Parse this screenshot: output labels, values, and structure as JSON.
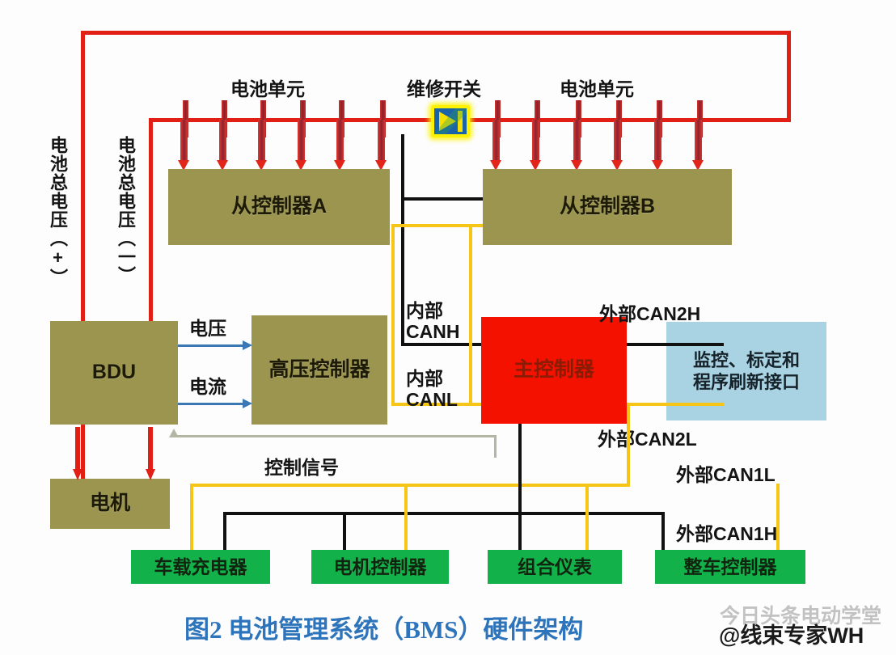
{
  "diagram": {
    "title": "电池管理系统（BMS）硬件架构",
    "caption": "图2   电池管理系统（BMS）硬件架构",
    "colors": {
      "olive_block": "#9b9550",
      "green_block": "#12b14a",
      "red_block": "#f41100",
      "blue_block": "#a9d2e2",
      "power_wire": "#e21f14",
      "can_high_wire": "#111111",
      "can_low_wire": "#f5c518",
      "signal_arrow": "#3b77b5",
      "control_signal_wire": "#b3b6a4",
      "caption_text": "#2d74bb",
      "switch_highlight": "#fff200"
    }
  },
  "labels": {
    "battery_unit_left": "电池单元",
    "battery_unit_right": "电池单元",
    "maintenance_switch": "维修开关",
    "pack_voltage_positive": "电池总电压（+）",
    "pack_voltage_negative": "电池总电压（一）",
    "voltage_signal": "电压",
    "current_signal": "电流",
    "internal_canh": "内部\nCANH",
    "internal_canl": "内部\nCANL",
    "external_can2h": "外部CAN2H",
    "external_can2l": "外部CAN2L",
    "external_can1l": "外部CAN1L",
    "external_can1h": "外部CAN1H",
    "control_signal": "控制信号"
  },
  "blocks": {
    "slave_a": "从控制器A",
    "slave_b": "从控制器B",
    "bdu": "BDU",
    "hv_controller": "高压控制器",
    "main_controller": "主控制器",
    "monitor_interface": "监控、标定和\n程序刷新接口",
    "motor": "电机"
  },
  "bottom_nodes": [
    {
      "label": "车载充电器"
    },
    {
      "label": "电机控制器"
    },
    {
      "label": "组合仪表"
    },
    {
      "label": "整车控制器"
    }
  ],
  "watermark": {
    "handle": "@线束专家WH",
    "ghost": "今日头条电动学堂"
  },
  "icons": {
    "maintenance_switch": "service-disconnect-switch-icon"
  }
}
